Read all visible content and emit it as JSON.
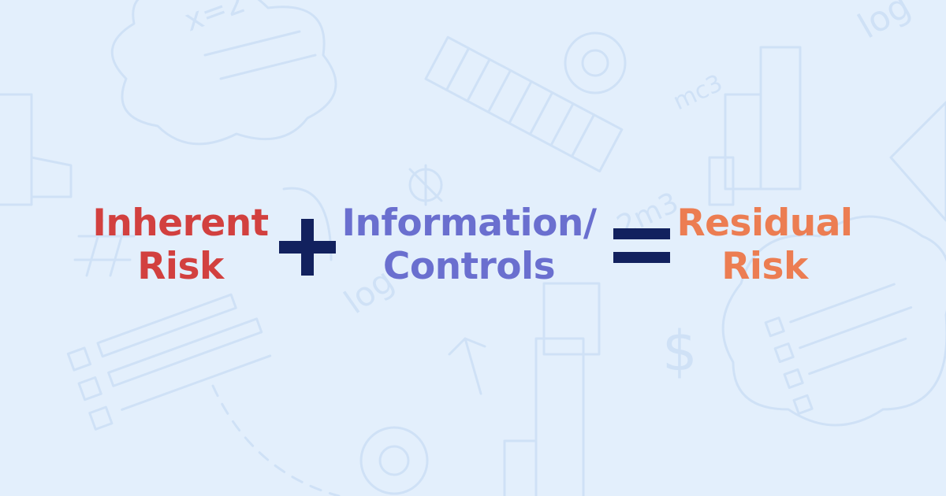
{
  "equation": {
    "term1": {
      "line1": "Inherent",
      "line2": "Risk",
      "color": "#d2403f"
    },
    "operator1": "plus",
    "term2": {
      "line1": "Information/",
      "line2": "Controls",
      "color": "#6a6fcf"
    },
    "operator2": "equals",
    "term3": {
      "line1": "Residual",
      "line2": "Risk",
      "color": "#ec7d52"
    },
    "operator_color": "#12215e"
  },
  "background": {
    "color": "#e3effc",
    "doodle_color": "#cfe1f6",
    "doodles": [
      "x=2",
      "log",
      "mc3",
      "2m3",
      "log",
      "$"
    ]
  }
}
